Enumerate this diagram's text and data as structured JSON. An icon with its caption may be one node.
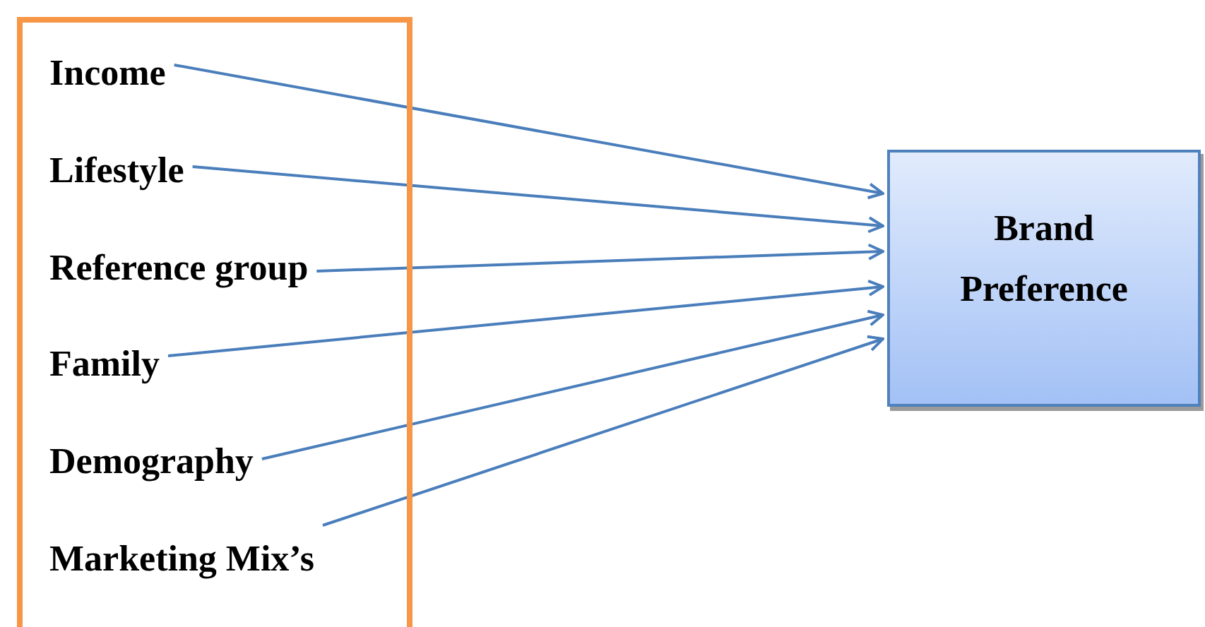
{
  "diagram": {
    "nodes": [
      {
        "text": [],
        "shape": "box"
      },
      {
        "text": [
          "Income"
        ],
        "in": 0
      },
      {
        "text": [
          "Lifestyle"
        ],
        "in": 0
      },
      {
        "text": [
          "Reference group"
        ],
        "in": 0
      },
      {
        "text": [
          "Family"
        ],
        "in": 0
      },
      {
        "text": [
          "Demography"
        ],
        "in": 0
      },
      {
        "text": [
          "Marketing Mix’s"
        ],
        "in": 0
      },
      {
        "text": [
          "Brand Preference"
        ]
      }
    ],
    "edges": [
      {
        "from": 1,
        "to": 7,
        "arrow": "to"
      },
      {
        "from": 2,
        "to": 7,
        "arrow": "to"
      },
      {
        "from": 3,
        "to": 7,
        "arrow": "to"
      },
      {
        "from": 4,
        "to": 7,
        "arrow": "to"
      },
      {
        "from": 5,
        "to": 7,
        "arrow": "to"
      },
      {
        "from": 6,
        "to": 7,
        "arrow": "to"
      }
    ]
  }
}
